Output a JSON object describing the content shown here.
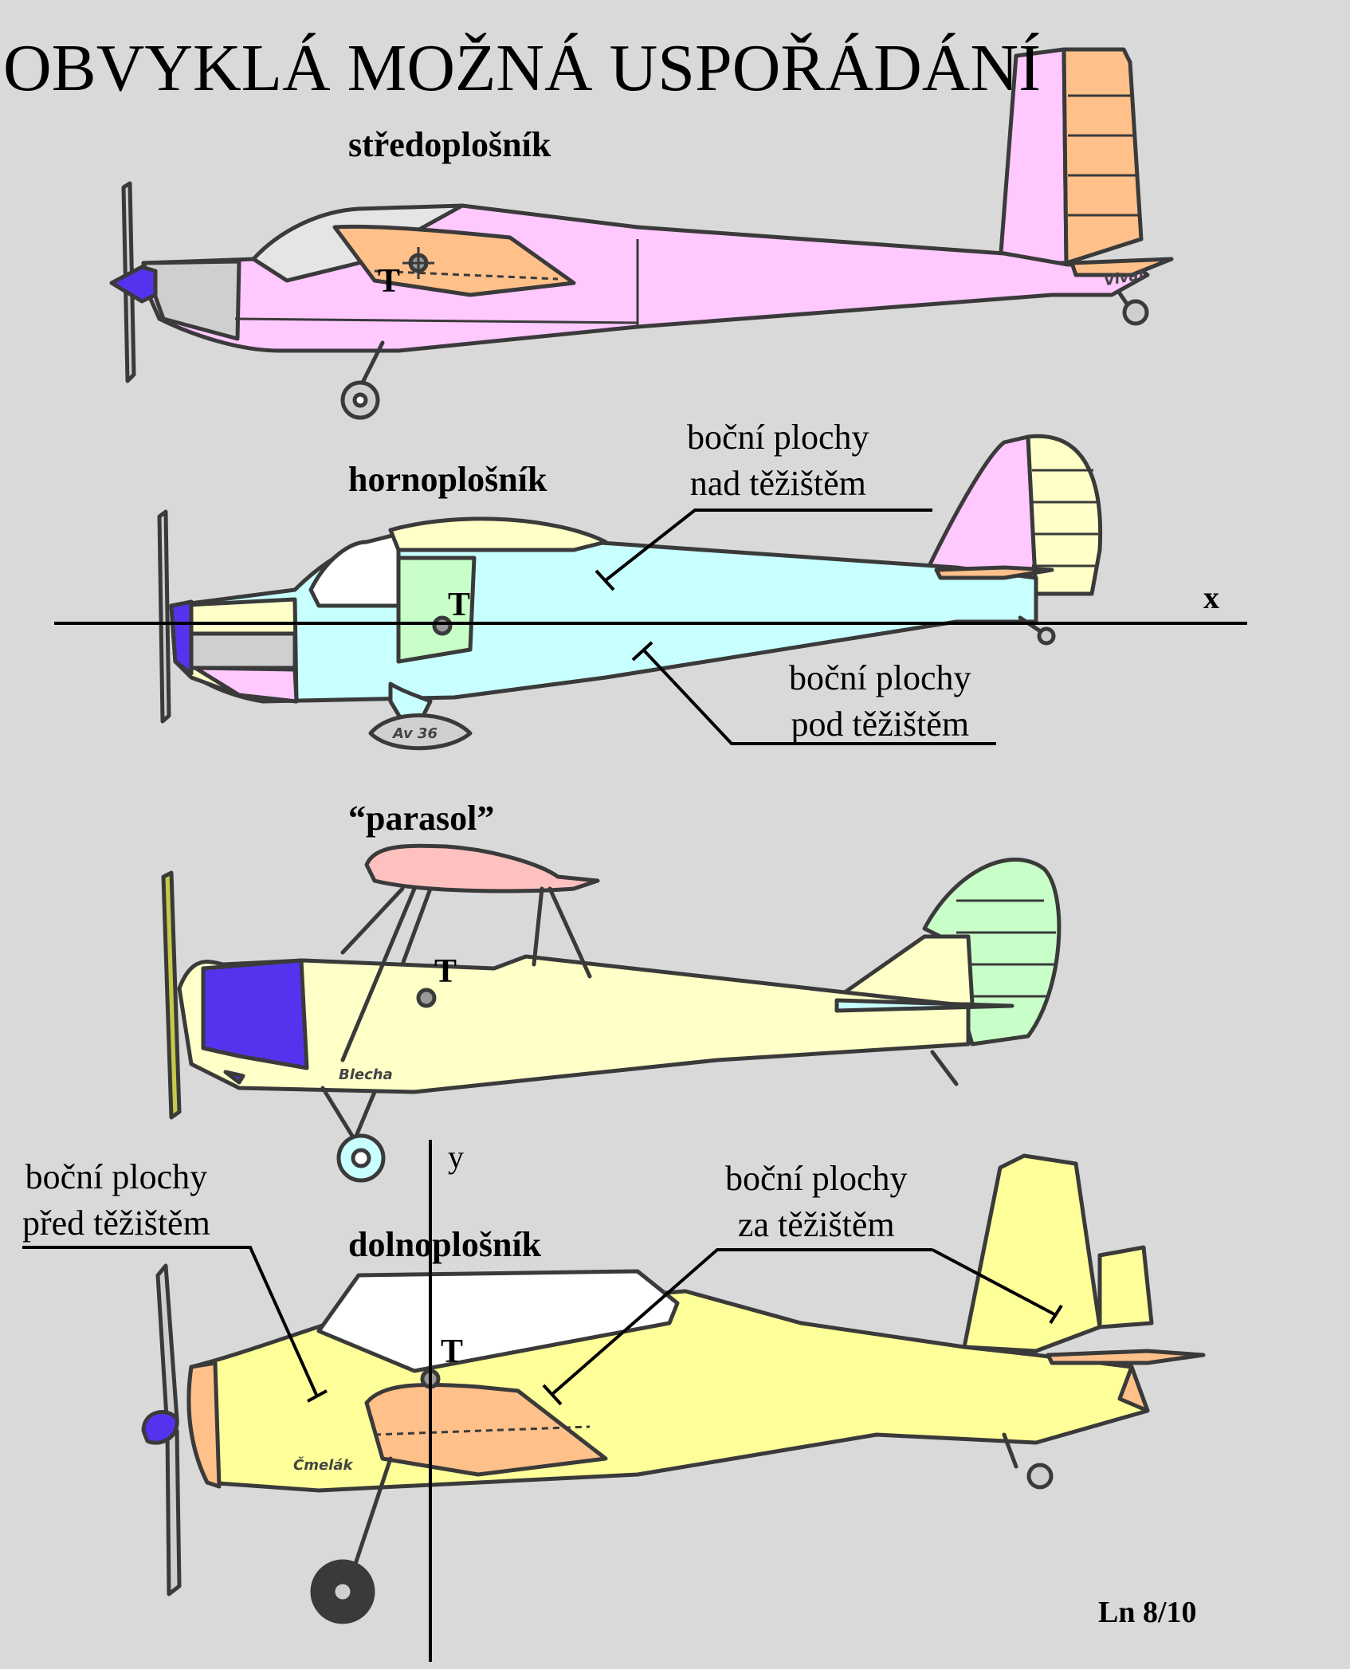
{
  "title": "OBVYKLÁ MOŽNÁ USPOŘÁDÁNÍ",
  "planes": {
    "mid_wing": {
      "label": "středoplošník",
      "cg": "T",
      "registration": "Vivat"
    },
    "high_wing": {
      "label": "hornoplošník",
      "cg": "T",
      "registration": "Av 36"
    },
    "parasol": {
      "label": "“parasol”",
      "cg": "T",
      "registration": "Blecha"
    },
    "low_wing": {
      "label": "dolnoplošník",
      "cg": "T",
      "registration": "Čmelák"
    }
  },
  "axes": {
    "x": "x",
    "y": "y"
  },
  "annotations": {
    "above_cg": [
      "boční plochy",
      "nad těžištěm"
    ],
    "below_cg": [
      "boční plochy",
      "pod těžištěm"
    ],
    "front_cg": [
      "boční plochy",
      "před těžištěm"
    ],
    "behind_cg": [
      "boční plochy",
      "za těžištěm"
    ]
  },
  "page_ref": "Ln 8/10",
  "colors": {
    "background": "#d9d9d9",
    "mid_wing_body": "#ffc8ff",
    "high_wing_body": "#c8ffff",
    "parasol_body": "#ffffc8",
    "low_wing_body": "#ffff99",
    "orange_surfaces": "#ffc08a",
    "spinner_blue": "#5533ee",
    "parasol_wing": "#ffc0c0",
    "parasol_rudder": "#c8ffc8"
  }
}
